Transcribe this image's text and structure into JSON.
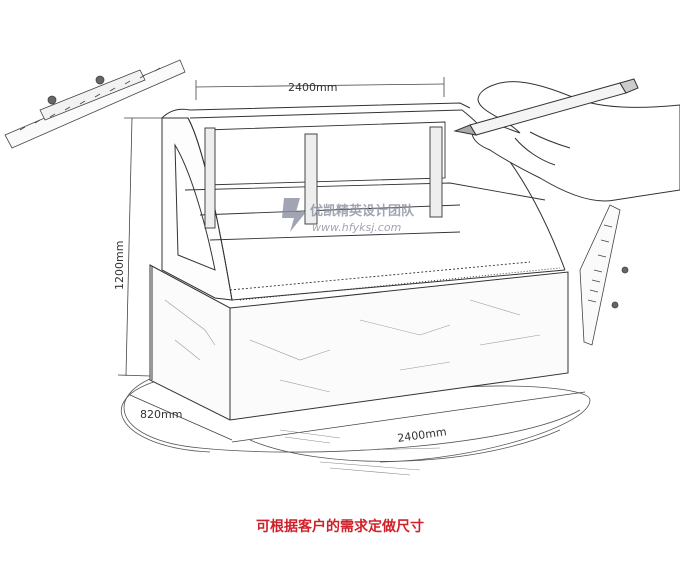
{
  "dimensions": {
    "top_width": "2400mm",
    "height": "1200mm",
    "depth": "820mm",
    "bottom_width": "2400mm"
  },
  "watermark": {
    "name": "优凯精英设计团队",
    "url": "www.hfyksj.com"
  },
  "caption": "可根据客户的需求定做尺寸",
  "colors": {
    "line": "#3a3a3a",
    "caption": "#d0202a",
    "watermark": "#8a8fa0"
  }
}
